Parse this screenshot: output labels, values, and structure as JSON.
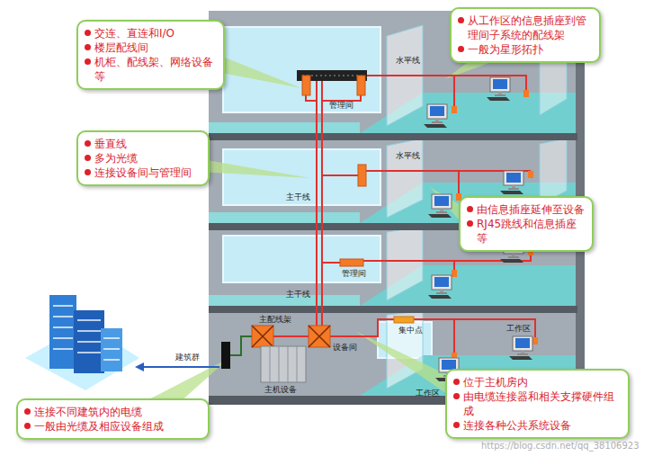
{
  "diagram": {
    "nodes": [
      {
        "text": [
          "交连、直连和I/O",
          "楼层配线间",
          "机柜、配线架、网络设备等"
        ]
      },
      {
        "text": [
          "从工作区的信息插座到管理间子系统的配线架",
          "一般为星形拓扑"
        ]
      },
      {
        "text": [
          "垂直线",
          "多为光缆",
          "连接设备间与管理间"
        ]
      },
      {
        "text": [
          "由信息插座延伸至设备",
          "RJ45跳线和信息插座等"
        ]
      },
      {
        "text": [
          "位于主机房内",
          "由电缆连接器和相关支撑硬件组成",
          "连接各种公共系统设备"
        ]
      },
      {
        "text": [
          "连接不同建筑内的电缆",
          "一般由光缆及相应设备组成"
        ]
      }
    ],
    "labels": [
      "管理间",
      "水平线",
      "水平线",
      "主干线",
      "管理间",
      "主干线",
      "主配线架",
      "设备间",
      "集中点",
      "工作区",
      "工作区",
      "建筑群",
      "主机设备",
      "https://blog.csdn.net/qq_38106923"
    ]
  }
}
